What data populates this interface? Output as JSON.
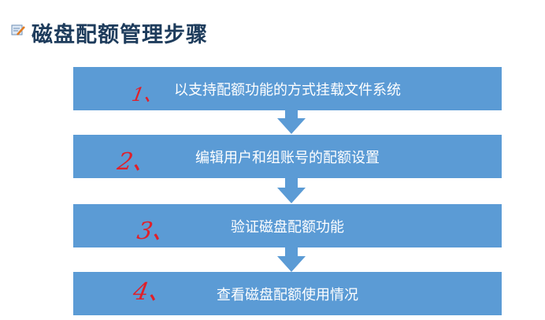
{
  "title": "磁盘配额管理步骤",
  "icon": "edit-document-icon",
  "steps": [
    {
      "label": "以支持配额功能的方式挂载文件系统",
      "mark": "1、"
    },
    {
      "label": "编辑用户和组账号的配额设置",
      "mark": "2、"
    },
    {
      "label": "验证磁盘配额功能",
      "mark": "3、"
    },
    {
      "label": "查看磁盘配额使用情况",
      "mark": "4、"
    }
  ],
  "colors": {
    "box": "#5b9bd5",
    "title": "#1e3c5c",
    "mark": "#e0202a"
  }
}
